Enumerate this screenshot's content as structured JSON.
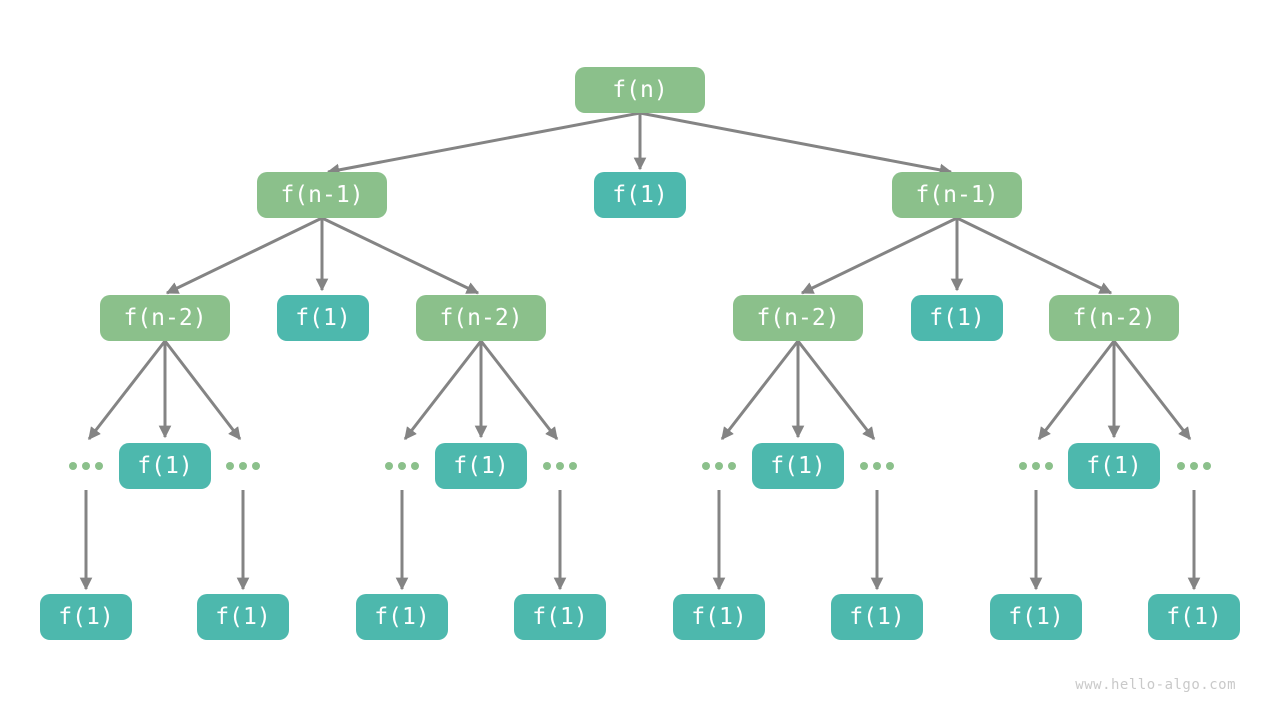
{
  "diagram": {
    "type": "recursion-tree",
    "function_root": "f(n)",
    "base_case": "f(1)"
  },
  "colors": {
    "call_node_green": "#8BC08B",
    "base_node_teal": "#4DB8AD",
    "node_text": "#FFFFFF",
    "arrow_gray": "#848484",
    "ellipsis_dot_green": "#8BC08B",
    "watermark_gray": "#C9C9C9",
    "background": "#FFFFFF"
  },
  "nodes": [
    {
      "label": "f(n)",
      "type": "call",
      "level": 1
    },
    {
      "label": "f(n-1)",
      "type": "call",
      "level": 2
    },
    {
      "label": "f(1)",
      "type": "base",
      "level": 2
    },
    {
      "label": "f(n-1)",
      "type": "call",
      "level": 2
    },
    {
      "label": "f(n-2)",
      "type": "call",
      "level": 3
    },
    {
      "label": "f(1)",
      "type": "base",
      "level": 3
    },
    {
      "label": "f(n-2)",
      "type": "call",
      "level": 3
    },
    {
      "label": "f(n-2)",
      "type": "call",
      "level": 3
    },
    {
      "label": "f(1)",
      "type": "base",
      "level": 3
    },
    {
      "label": "f(n-2)",
      "type": "call",
      "level": 3
    },
    {
      "label": "...",
      "type": "ellipsis",
      "level": 4
    },
    {
      "label": "f(1)",
      "type": "base",
      "level": 4
    },
    {
      "label": "...",
      "type": "ellipsis",
      "level": 4
    },
    {
      "label": "...",
      "type": "ellipsis",
      "level": 4
    },
    {
      "label": "f(1)",
      "type": "base",
      "level": 4
    },
    {
      "label": "...",
      "type": "ellipsis",
      "level": 4
    },
    {
      "label": "...",
      "type": "ellipsis",
      "level": 4
    },
    {
      "label": "f(1)",
      "type": "base",
      "level": 4
    },
    {
      "label": "...",
      "type": "ellipsis",
      "level": 4
    },
    {
      "label": "...",
      "type": "ellipsis",
      "level": 4
    },
    {
      "label": "f(1)",
      "type": "base",
      "level": 4
    },
    {
      "label": "...",
      "type": "ellipsis",
      "level": 4
    },
    {
      "label": "f(1)",
      "type": "base",
      "level": 5
    },
    {
      "label": "f(1)",
      "type": "base",
      "level": 5
    },
    {
      "label": "f(1)",
      "type": "base",
      "level": 5
    },
    {
      "label": "f(1)",
      "type": "base",
      "level": 5
    },
    {
      "label": "f(1)",
      "type": "base",
      "level": 5
    },
    {
      "label": "f(1)",
      "type": "base",
      "level": 5
    },
    {
      "label": "f(1)",
      "type": "base",
      "level": 5
    },
    {
      "label": "f(1)",
      "type": "base",
      "level": 5
    }
  ],
  "edges": [
    [
      0,
      1
    ],
    [
      0,
      2
    ],
    [
      0,
      3
    ],
    [
      1,
      4
    ],
    [
      1,
      5
    ],
    [
      1,
      6
    ],
    [
      3,
      7
    ],
    [
      3,
      8
    ],
    [
      3,
      9
    ],
    [
      4,
      10
    ],
    [
      4,
      11
    ],
    [
      4,
      12
    ],
    [
      6,
      13
    ],
    [
      6,
      14
    ],
    [
      6,
      15
    ],
    [
      7,
      16
    ],
    [
      7,
      17
    ],
    [
      7,
      18
    ],
    [
      9,
      19
    ],
    [
      9,
      20
    ],
    [
      9,
      21
    ],
    [
      10,
      22
    ],
    [
      12,
      23
    ],
    [
      13,
      24
    ],
    [
      15,
      25
    ],
    [
      16,
      26
    ],
    [
      18,
      27
    ],
    [
      19,
      28
    ],
    [
      21,
      29
    ]
  ],
  "watermark": {
    "text": "www.hello-algo.com"
  }
}
